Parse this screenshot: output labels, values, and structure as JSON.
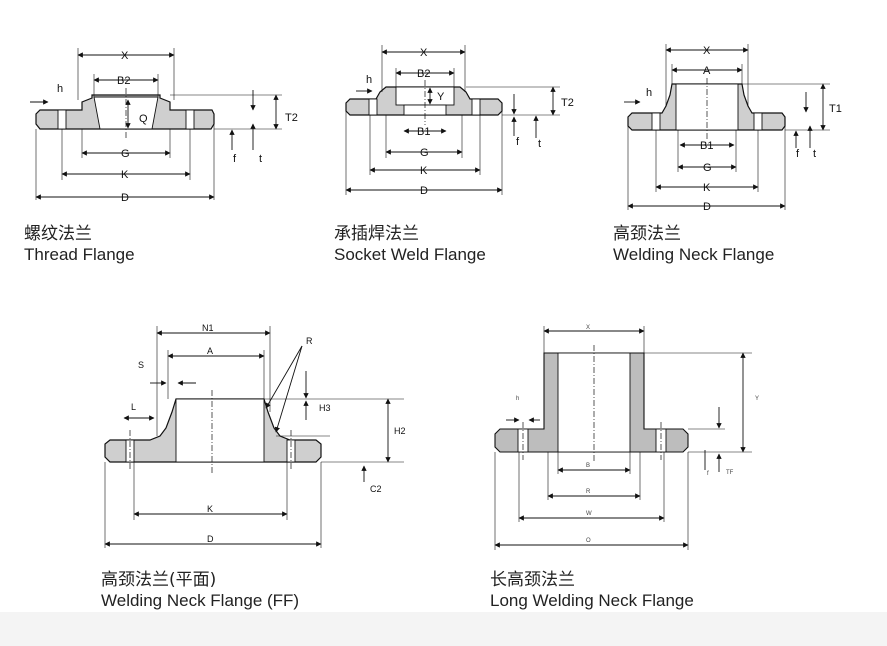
{
  "diagrams": [
    {
      "id": "thread-flange",
      "caption_zh": "螺纹法兰",
      "caption_en": "Thread Flange",
      "dims": [
        "X",
        "B2",
        "h",
        "Q",
        "T2",
        "f",
        "t",
        "G",
        "K",
        "D"
      ]
    },
    {
      "id": "socket-weld-flange",
      "caption_zh": "承插焊法兰",
      "caption_en": "Socket Weld Flange",
      "dims": [
        "X",
        "B2",
        "h",
        "Y",
        "T2",
        "B1",
        "f",
        "t",
        "G",
        "K",
        "D"
      ]
    },
    {
      "id": "welding-neck-flange",
      "caption_zh": "高颈法兰",
      "caption_en": "Welding Neck Flange",
      "dims": [
        "X",
        "A",
        "h",
        "T1",
        "B1",
        "f",
        "t",
        "G",
        "K",
        "D"
      ]
    },
    {
      "id": "welding-neck-flange-ff",
      "caption_zh": "高颈法兰(平面)",
      "caption_en": "Welding Neck Flange (FF)",
      "dims": [
        "N1",
        "R",
        "A",
        "S",
        "H3",
        "L",
        "H2",
        "C2",
        "K",
        "D"
      ]
    },
    {
      "id": "long-welding-neck-flange",
      "caption_zh": "长高颈法兰",
      "caption_en": "Long Welding Neck Flange",
      "dims": [
        "X",
        "Y",
        "h",
        "f",
        "TF",
        "B",
        "R",
        "W",
        "O"
      ]
    }
  ],
  "colors": {
    "metal": "#cfcfcf",
    "line": "#111111",
    "text": "#222222"
  }
}
